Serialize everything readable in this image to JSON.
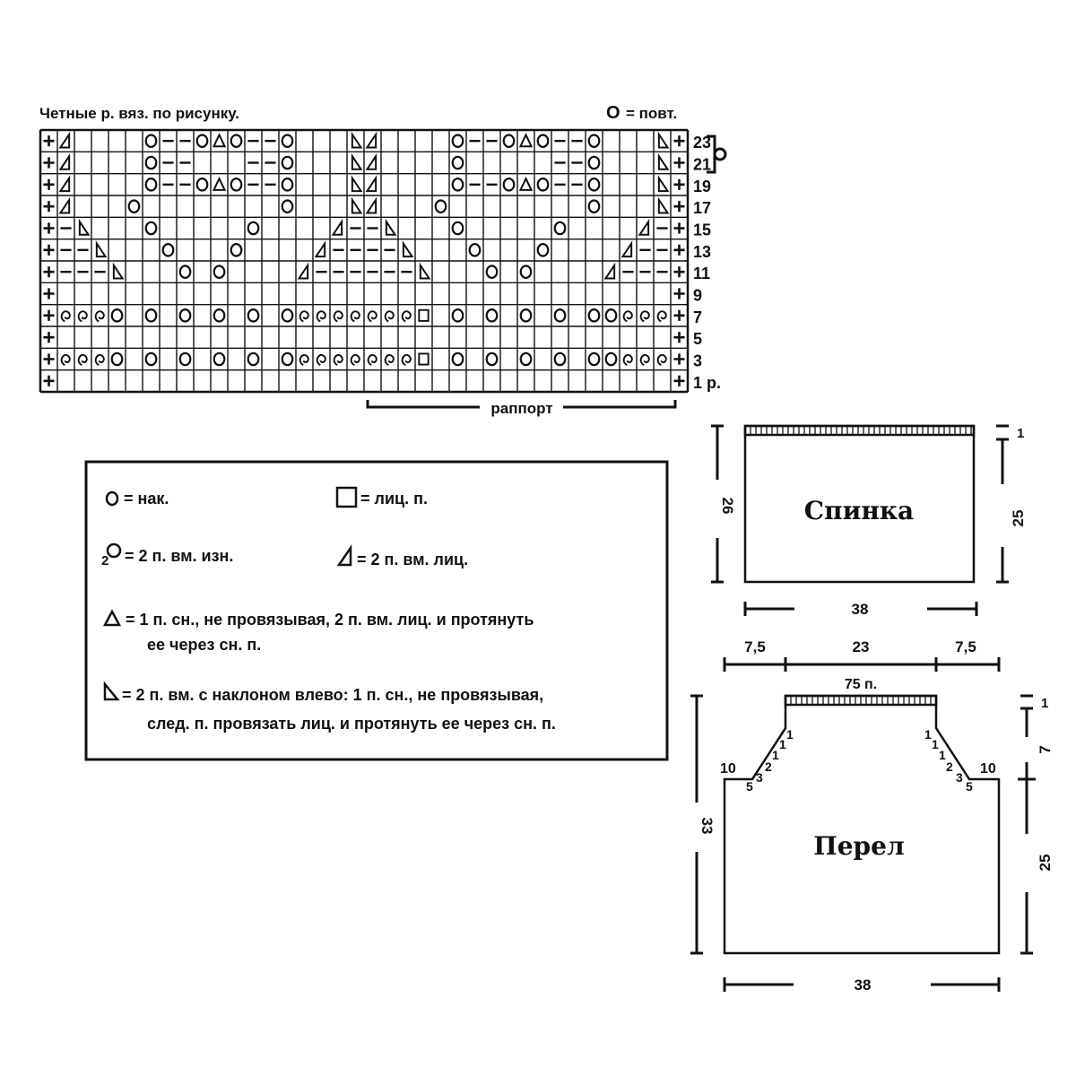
{
  "chart": {
    "header_left": "Четные р. вяз. по рисунку.",
    "header_right_symbol": "O",
    "header_right": "= повт.",
    "rapport": "раппорт",
    "cols": 38,
    "row_labels": [
      "23",
      "21",
      "19",
      "17",
      "15",
      "13",
      "11",
      "9",
      "7",
      "5",
      "3",
      "1 р."
    ],
    "repeat_bracket_rows": [
      "23",
      "21"
    ]
  },
  "legend": {
    "items": [
      {
        "symbol": "yo",
        "text": "= нак."
      },
      {
        "symbol": "knit",
        "text": "= лиц. п."
      },
      {
        "symbol": "p2tog",
        "prefix": "2",
        "text": "= 2 п. вм. изн."
      },
      {
        "symbol": "k2tog",
        "text": "= 2 п. вм. лиц."
      },
      {
        "symbol": "sk2p",
        "text": "= 1 п. сн., не провязывая, 2 п. вм. лиц. и протянуть",
        "text2": "ее через сн. п."
      },
      {
        "symbol": "ssk",
        "text": "= 2 п. вм. с наклоном влево: 1 п. сн., не провязывая,",
        "text2": "след. п. провязать лиц. и протянуть ее через сн. п."
      }
    ]
  },
  "back": {
    "title": "Спинка",
    "height": "26",
    "width": "38",
    "edge": "1",
    "body": "25"
  },
  "front": {
    "title": "Перел",
    "top_segments": [
      "7,5",
      "23",
      "7,5"
    ],
    "stitches": "75 п.",
    "left_total": "33",
    "edge": "1",
    "neck": "7",
    "body": "25",
    "width": "38",
    "shoulder_left": "10",
    "shoulder_right": "10",
    "decreases_left": [
      "5",
      "3",
      "2",
      "1",
      "1",
      "1"
    ],
    "decreases_right": [
      "1",
      "1",
      "1",
      "2",
      "3",
      "5"
    ]
  }
}
